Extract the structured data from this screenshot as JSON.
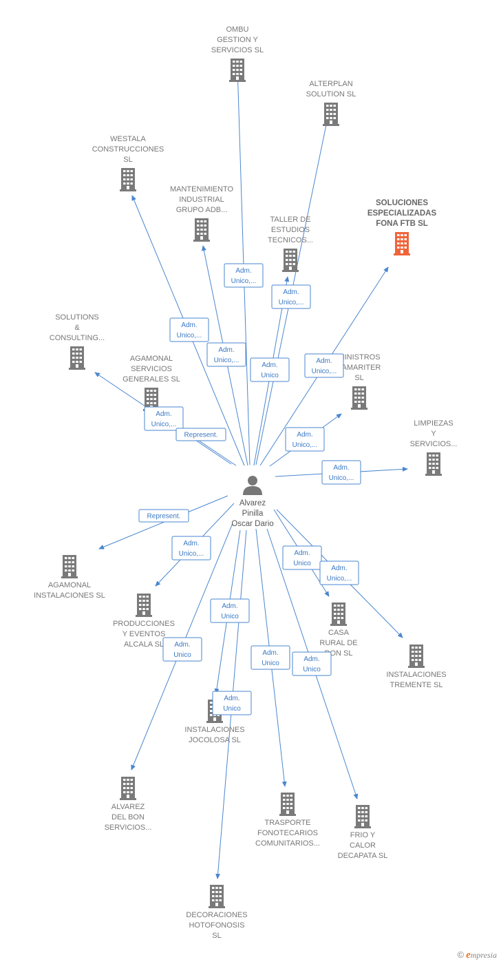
{
  "center": {
    "name_lines": [
      "Alvarez",
      "Pinilla",
      "Oscar Dario"
    ],
    "icon": "person-icon"
  },
  "colors": {
    "company": "#7a7a7a",
    "highlight": "#f0643a",
    "edge": "#4a86cf",
    "person": "#777777"
  },
  "companies": [
    {
      "id": "ombu",
      "lines": [
        "OMBU",
        "GESTION Y",
        "SERVICIOS  SL"
      ],
      "highlight": false
    },
    {
      "id": "alterplan",
      "lines": [
        "ALTERPLAN",
        "SOLUTION  SL"
      ],
      "highlight": false
    },
    {
      "id": "westala",
      "lines": [
        "WESTALA",
        "CONSTRUCCIONES",
        "SL"
      ],
      "highlight": false
    },
    {
      "id": "mantenimiento",
      "lines": [
        "MANTENIMIENTO",
        "INDUSTRIAL",
        "GRUPO ADB..."
      ],
      "highlight": false
    },
    {
      "id": "taller",
      "lines": [
        "TALLER DE",
        "ESTUDIOS",
        "TECNICOS..."
      ],
      "highlight": false
    },
    {
      "id": "soluciones",
      "lines": [
        "SOLUCIONES",
        "ESPECIALIZADAS",
        "FONA FTB  SL"
      ],
      "highlight": true
    },
    {
      "id": "solutions",
      "lines": [
        "SOLUTIONS",
        "&",
        "CONSULTING..."
      ],
      "highlight": false
    },
    {
      "id": "agamonal-serv",
      "lines": [
        "AGAMONAL",
        "SERVICIOS",
        "GENERALES SL"
      ],
      "highlight": false
    },
    {
      "id": "suministros",
      "lines": [
        "MINISTROS",
        "TAMARITER",
        "SL"
      ],
      "highlight": false
    },
    {
      "id": "limpiezas",
      "lines": [
        "LIMPIEZAS",
        "Y",
        "SERVICIOS..."
      ],
      "highlight": false
    },
    {
      "id": "agamonal-inst",
      "lines": [
        "AGAMONAL",
        "INSTALACIONES SL"
      ],
      "highlight": false
    },
    {
      "id": "producciones",
      "lines": [
        "PRODUCCIONES",
        "Y EVENTOS",
        "ALCALA  SL"
      ],
      "highlight": false
    },
    {
      "id": "casa-rural",
      "lines": [
        "CASA",
        "RURAL DE",
        "RON  SL"
      ],
      "highlight": false
    },
    {
      "id": "tremente",
      "lines": [
        "INSTALACIONES",
        "TREMENTE  SL"
      ],
      "highlight": false
    },
    {
      "id": "jocolosa",
      "lines": [
        "INSTALACIONES",
        "JOCOLOSA  SL"
      ],
      "highlight": false
    },
    {
      "id": "alvarez-bon",
      "lines": [
        "ALVAREZ",
        "DEL BON",
        "SERVICIOS..."
      ],
      "highlight": false
    },
    {
      "id": "trasporte",
      "lines": [
        "TRASPORTE",
        "FONOTECARIOS",
        "COMUNITARIOS..."
      ],
      "highlight": false
    },
    {
      "id": "frio",
      "lines": [
        "FRIO Y",
        "CALOR",
        "DECAPATA  SL"
      ],
      "highlight": false
    },
    {
      "id": "decoraciones",
      "lines": [
        "DECORACIONES",
        "HOTOFONOSIS",
        "SL"
      ],
      "highlight": false
    }
  ],
  "edges": [
    {
      "to": "ombu",
      "label": [
        "Adm.",
        "Unico,..."
      ]
    },
    {
      "to": "alterplan",
      "label": [
        "Adm.",
        "Unico"
      ]
    },
    {
      "to": "westala",
      "label": [
        "Adm.",
        "Unico,..."
      ]
    },
    {
      "to": "mantenimiento",
      "label": [
        "Adm.",
        "Unico,..."
      ]
    },
    {
      "to": "taller",
      "label": [
        "Adm.",
        "Unico,..."
      ]
    },
    {
      "to": "soluciones",
      "label": [
        "Adm.",
        "Unico,..."
      ]
    },
    {
      "to": "solutions",
      "label": [
        "Adm.",
        "Unico,..."
      ]
    },
    {
      "to": "agamonal-serv",
      "label": [
        "Represent."
      ]
    },
    {
      "to": "suministros",
      "label": [
        "Adm.",
        "Unico,..."
      ]
    },
    {
      "to": "limpiezas",
      "label": [
        "Adm.",
        "Unico,..."
      ]
    },
    {
      "to": "agamonal-inst",
      "label": [
        "Represent."
      ]
    },
    {
      "to": "producciones",
      "label": [
        "Adm.",
        "Unico,..."
      ]
    },
    {
      "to": "casa-rural",
      "label": [
        "Adm.",
        "Unico"
      ]
    },
    {
      "to": "tremente",
      "label": [
        "Adm.",
        "Unico,..."
      ]
    },
    {
      "to": "jocolosa",
      "label": [
        "Adm.",
        "Unico"
      ]
    },
    {
      "to": "alvarez-bon",
      "label": [
        "Adm.",
        "Unico"
      ]
    },
    {
      "to": "trasporte",
      "label": [
        "Adm.",
        "Unico"
      ]
    },
    {
      "to": "frio",
      "label": [
        "Adm.",
        "Unico"
      ]
    },
    {
      "to": "decoraciones",
      "label": [
        "Adm.",
        "Unico"
      ]
    }
  ],
  "footer": {
    "copyright": "©",
    "brand_initial": "e",
    "brand_rest": "mpresia"
  }
}
